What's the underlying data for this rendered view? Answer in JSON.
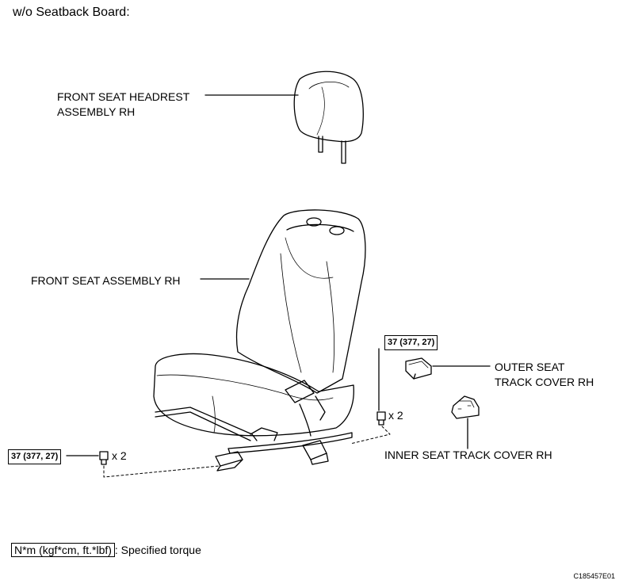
{
  "heading": "w/o Seatback Board:",
  "labels": {
    "headrest_line1": "FRONT SEAT HEADREST",
    "headrest_line2": "ASSEMBLY RH",
    "seat_assembly": "FRONT SEAT ASSEMBLY RH",
    "outer_cover_line1": "OUTER SEAT",
    "outer_cover_line2": "TRACK COVER RH",
    "inner_cover": "INNER SEAT TRACK COVER RH"
  },
  "torque": {
    "right_value": "37 (377, 27)",
    "left_value": "37 (377, 27)",
    "right_qty": "x 2",
    "left_qty": "x 2"
  },
  "legend": {
    "box_text": "N*m (kgf*cm, ft.*lbf)",
    "description": ": Specified torque"
  },
  "figure_code": "C185457E01"
}
